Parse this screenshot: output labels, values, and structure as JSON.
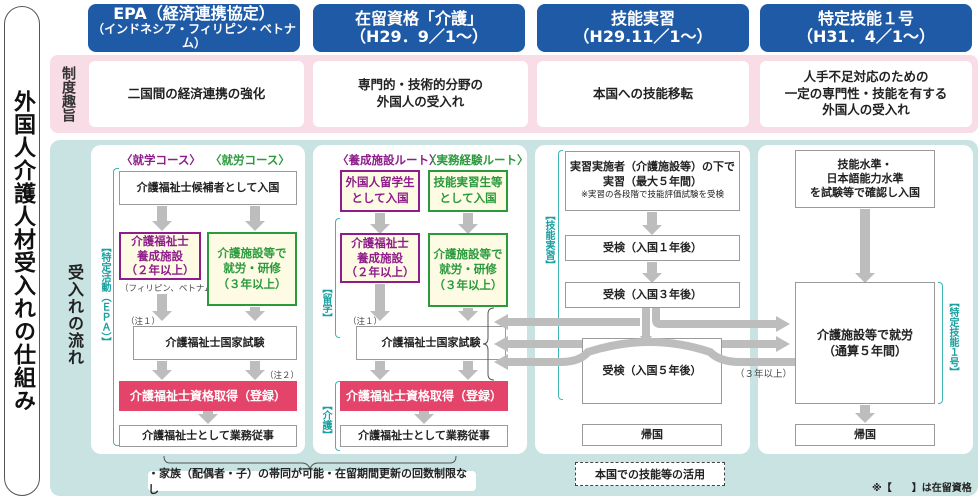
{
  "side_title": "外国人介護人材受入れの仕組み",
  "columns": [
    {
      "title": "EPA（経済連携協定）",
      "subtitle": "（インドネシア・フィリピン・ベトナム）"
    },
    {
      "title": "在留資格「介護」",
      "subtitle": "（H29．9／1～）"
    },
    {
      "title": "技能実習",
      "subtitle": "（H29.11／1～）"
    },
    {
      "title": "特定技能１号",
      "subtitle": "（H31．4／1～）"
    }
  ],
  "purpose": {
    "label": "制度趣旨",
    "cells": [
      "二国間の経済連携の強化",
      "専門的・技術的分野の\n外国人の受入れ",
      "本国への技能移転",
      "人手不足対応のための\n一定の専門性・技能を有する\n外国人の受入れ"
    ]
  },
  "flow": {
    "label": "受入れの流れ",
    "epa": {
      "course_study": "〈就学コース〉",
      "course_work": "〈就労コース〉",
      "entry": "介護福祉士候補者として入国",
      "school": "介護福祉士\n養成施設\n（２年以上）",
      "school_note": "（フィリピン、ベトナム）",
      "work": "介護施設等で\n就労・研修\n（３年以上）",
      "note1": "（注１）",
      "note2": "（注２）",
      "exam": "介護福祉士国家試験",
      "qualify": "介護福祉士資格取得（登録）",
      "job": "介護福祉士として業務従事",
      "status": "【特定活動（ＥＰＡ）】"
    },
    "care": {
      "route_school": "〈養成施設ルート〉",
      "route_work": "〈実務経験ルート〉",
      "entry_student": "外国人留学生\nとして入国",
      "entry_trainee": "技能実習生等\nとして入国",
      "school": "介護福祉士\n養成施設\n（２年以上）",
      "work": "介護施設等で\n就労・研修\n（３年以上）",
      "note1": "（注１）",
      "exam": "介護福祉士国家試験",
      "qualify": "介護福祉士資格取得（登録）",
      "job": "介護福祉士として業務従事",
      "status_study": "【留学】",
      "status_care": "【介護】"
    },
    "trainee": {
      "start_line1": "実習実施者（介護施設等）の下で",
      "start_line2": "実習（最大５年間）",
      "start_note": "※実習の各段階で技能評価試験を受検",
      "exam1": "受検（入国１年後）",
      "exam3": "受検（入国３年後）",
      "exam5": "受検（入国５年後）",
      "return": "帰国",
      "status": "【技能実習】",
      "transfer_note": "（３年以上）",
      "home_use": "本国での技能等の活用"
    },
    "ssw": {
      "entry": "技能水準・\n日本語能力水準\nを試験等で確認し入国",
      "work": "介護施設等で就労\n（通算５年間）",
      "return": "帰国",
      "status": "【特定技能１号】"
    },
    "family_note": "・家族（配偶者・子）の帯同が可能・在留期間更新の回数制限なし",
    "footnote": "※【　　】は在留資格"
  },
  "colors": {
    "header_blue": "#1f5aa6",
    "purpose_pink": "#f8dce6",
    "flow_teal": "#c9e3e3",
    "purple": "#8e1c8b",
    "green": "#2a9a3c",
    "red": "#e4446a",
    "status_teal": "#1aa0a0",
    "arrow_gray": "#bdbdbd"
  }
}
